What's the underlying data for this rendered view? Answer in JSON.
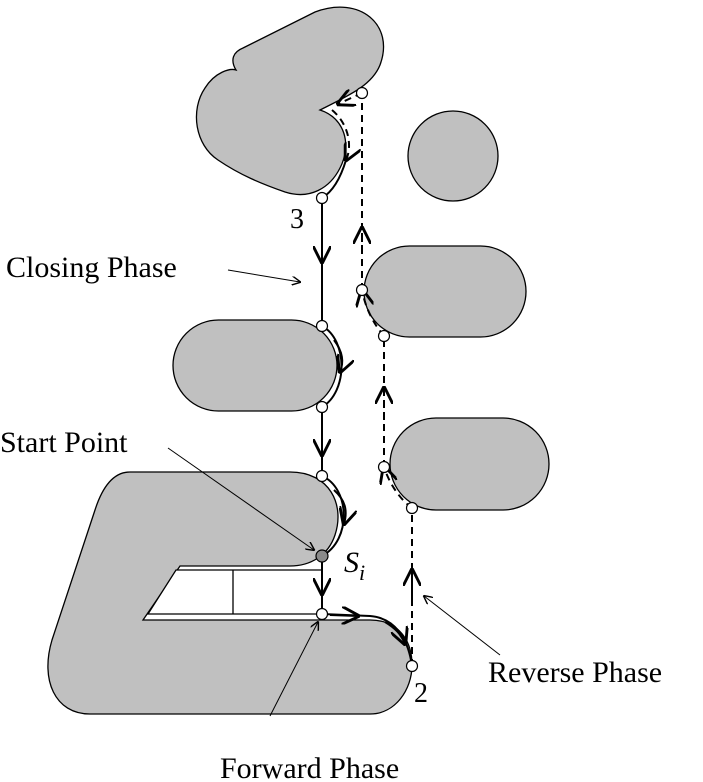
{
  "labels": {
    "closing_phase": "Closing Phase",
    "start_point": "Start Point",
    "reverse_phase": "Reverse Phase",
    "forward_phase": "Forward Phase",
    "point_2": "2",
    "point_3": "3",
    "s_i_base": "S",
    "s_i_sub": "i"
  },
  "colors": {
    "obstacle_fill": "#c0c0c0",
    "start_point_fill": "#8a8a8a"
  }
}
